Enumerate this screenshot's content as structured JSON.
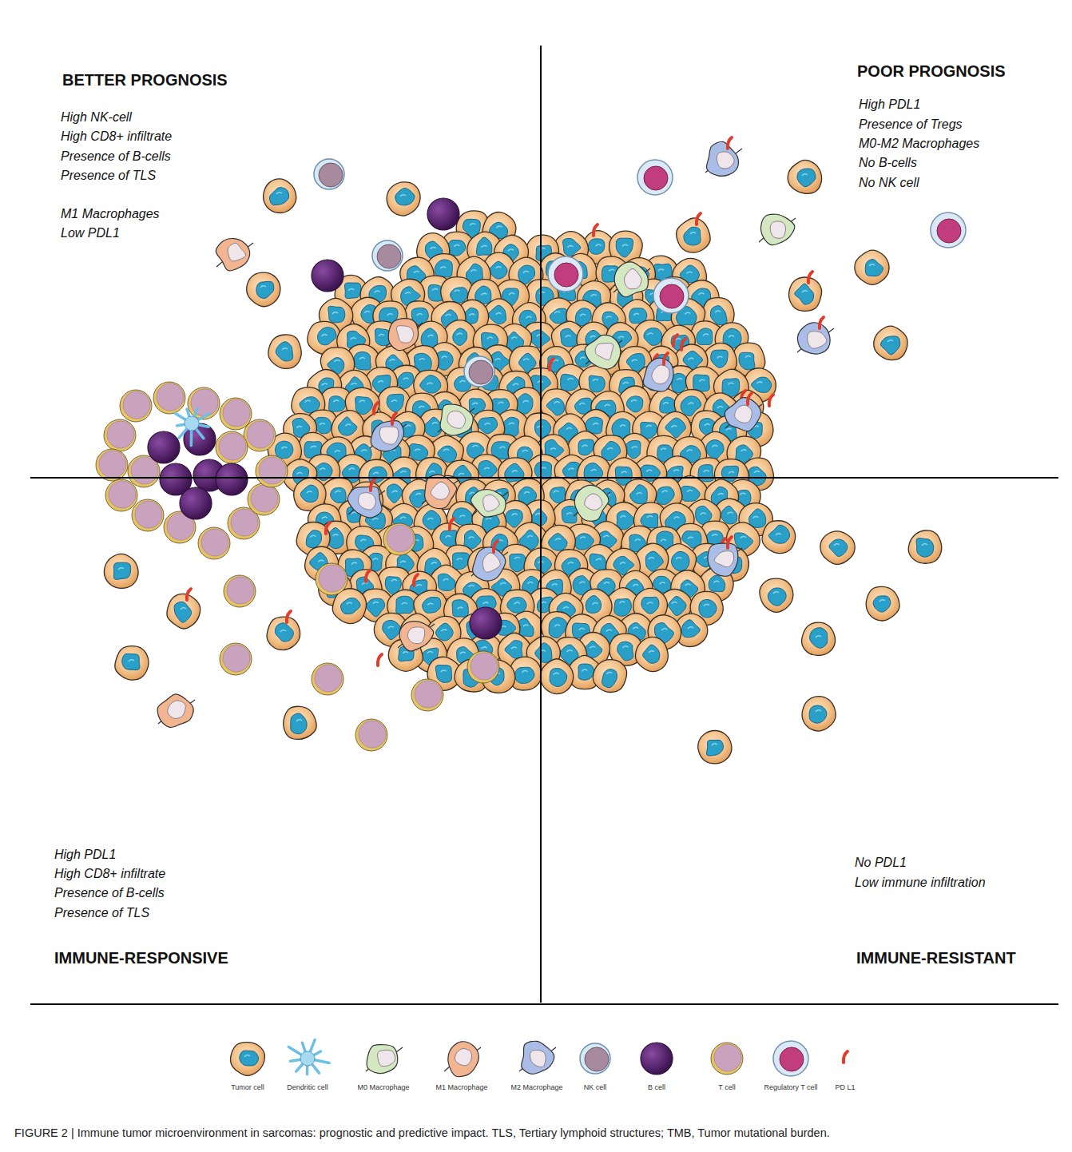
{
  "diagram": {
    "caption": "FIGURE 2 | Immune tumor microenvironment in sarcomas: prognostic and predictive impact. TLS, Tertiary lymphoid structures; TMB, Tumor mutational burden.",
    "labels": [
      "BETTER PROGNOSIS",
      "High NK-cell",
      "High CD8+ infiltrate",
      "Presence of B-cells",
      "Presence of TLS",
      "M1 Macrophages",
      "Low PDL1",
      "POOR PROGNOSIS",
      "High PDL1",
      "Presence of Tregs",
      "M0-M2 Macrophages",
      "No B-cells",
      "No NK cell",
      "High PDL1",
      "High CD8+ infiltrate",
      "Presence of B-cells",
      "Presence of TLS",
      "No PDL1",
      "Low immune infiltration",
      "IMMUNE-RESPONSIVE",
      "IMMUNE-RESISTANT"
    ],
    "legend": [
      {
        "text": "Tumor cell"
      },
      {
        "text": "Dendritic cell"
      },
      {
        "text": "M0 Macrophage"
      },
      {
        "text": "M1 Macrophage"
      },
      {
        "text": "M2 Macrophage"
      },
      {
        "text": "NK cell"
      },
      {
        "text": "B cell"
      },
      {
        "text": "T cell"
      },
      {
        "text": "Regulatory T cell"
      },
      {
        "text": "PD L1"
      }
    ]
  }
}
